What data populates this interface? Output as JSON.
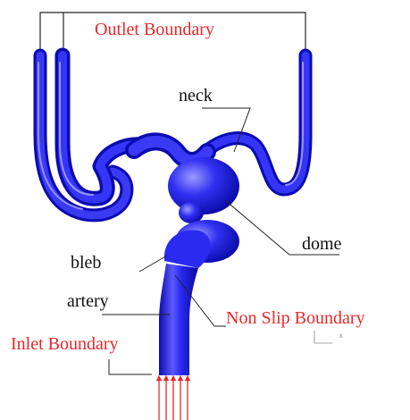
{
  "labels": {
    "outlet": "Outlet Boundary",
    "neck": "neck",
    "dome": "dome",
    "bleb": "bleb",
    "artery": "artery",
    "non_slip": "Non Slip Boundary",
    "inlet": "Inlet Boundary",
    "axis_x": "x"
  },
  "colors": {
    "vessel": "#2222ee",
    "vessel_dark": "#0b0bb0",
    "vessel_highlight": "#8a8aff",
    "annotation_line": "#222222",
    "boundary_text": "#e8282a",
    "inlet_arrows": "#e8282a"
  }
}
